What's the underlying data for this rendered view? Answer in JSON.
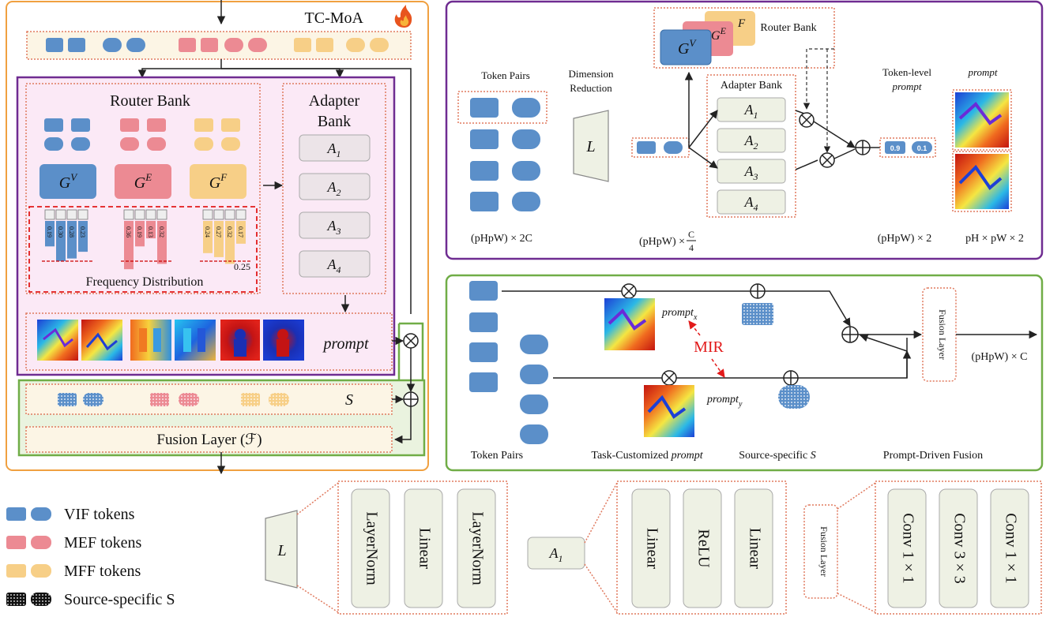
{
  "colors": {
    "vif": "#5b8fc9",
    "mef": "#ec8a93",
    "mff": "#f7cf87",
    "outer_orange": "#f0a040",
    "purple": "#6f2c91",
    "green": "#70ad47",
    "dotted_red": "#e07a5f",
    "pink_fill": "#fbe9f6",
    "cream_fill": "#fcf5e5",
    "green_fill": "#eaf3df",
    "box_fill": "#eef1e4",
    "gray_box": "#ece4e8",
    "mir_red": "#e21a1a"
  },
  "left": {
    "title": "TC-MoA",
    "title_icon": "fire-icon",
    "router_bank_title": "Router Bank",
    "adapter_bank_title": "Adapter Bank",
    "router_gates": [
      {
        "label": "G",
        "sup": "V"
      },
      {
        "label": "G",
        "sup": "E"
      },
      {
        "label": "G",
        "sup": "F"
      }
    ],
    "adapters": [
      {
        "label": "A",
        "sub": "1"
      },
      {
        "label": "A",
        "sub": "2"
      },
      {
        "label": "A",
        "sub": "3"
      },
      {
        "label": "A",
        "sub": "4"
      }
    ],
    "freq_groups": [
      {
        "color_key": "vif",
        "values": [
          "0.19",
          "0.30",
          "0.28",
          "0.23"
        ]
      },
      {
        "color_key": "mef",
        "values": [
          "0.36",
          "0.19",
          "0.13",
          "0.32"
        ]
      },
      {
        "color_key": "mff",
        "values": [
          "0.24",
          "0.27",
          "0.32",
          "0.17"
        ]
      }
    ],
    "freq_threshold": "0.25",
    "freq_title": "Frequency Distribution",
    "prompt_label": "prompt",
    "s_label": "S",
    "fusion_layer_label": "Fusion Layer (ℱ)"
  },
  "legend": [
    {
      "label": "VIF tokens",
      "color_key": "vif"
    },
    {
      "label": "MEF tokens",
      "color_key": "mef"
    },
    {
      "label": "MFF tokens",
      "color_key": "mff"
    },
    {
      "label": "Source-specific S",
      "color_key": "black"
    }
  ],
  "top_right": {
    "token_pairs": "Token Pairs",
    "dimension_reduction_1": "Dimension",
    "dimension_reduction_2": "Reduction",
    "l_label": "L",
    "router_bank": "Router Bank",
    "gates": [
      "G",
      "V",
      "E",
      "F"
    ],
    "adapter_bank": "Adapter Bank",
    "adapters": [
      "A",
      "1",
      "2",
      "3",
      "4"
    ],
    "token_level_1": "Token-level",
    "token_level_2": "prompt",
    "prompt_title": "prompt",
    "score_1": "0.9",
    "score_2": "0.1",
    "dim_1": "(pHpW) × 2C",
    "dim_2_a": "(pHpW) ×",
    "dim_2_num": "C",
    "dim_2_den": "4",
    "dim_3": "(pHpW) × 2",
    "dim_4": "pH × pW × 2"
  },
  "mid_right": {
    "prompt_x": "prompt",
    "prompt_x_sub": "x",
    "prompt_y": "prompt",
    "prompt_y_sub": "y",
    "mir": "MIR",
    "fusion_layer": "Fusion Layer",
    "dim_out": "(pHpW) × C",
    "cap_token_pairs": "Token Pairs",
    "cap_task_1": "Task-Customized",
    "cap_task_2": "prompt",
    "cap_source_1": "Source-specific",
    "cap_source_2": "S",
    "cap_pdf": "Prompt-Driven Fusion"
  },
  "bottom": {
    "l_label": "L",
    "l_layers": [
      "LayerNorm",
      "Linear",
      "LayerNorm"
    ],
    "a_label": "A",
    "a_sub": "1",
    "a_layers": [
      "Linear",
      "ReLU",
      "Linear"
    ],
    "fusion_label": "Fusion Layer",
    "fusion_layers": [
      "Conv 1 × 1",
      "Conv 3 × 3",
      "Conv 1 × 1"
    ]
  }
}
